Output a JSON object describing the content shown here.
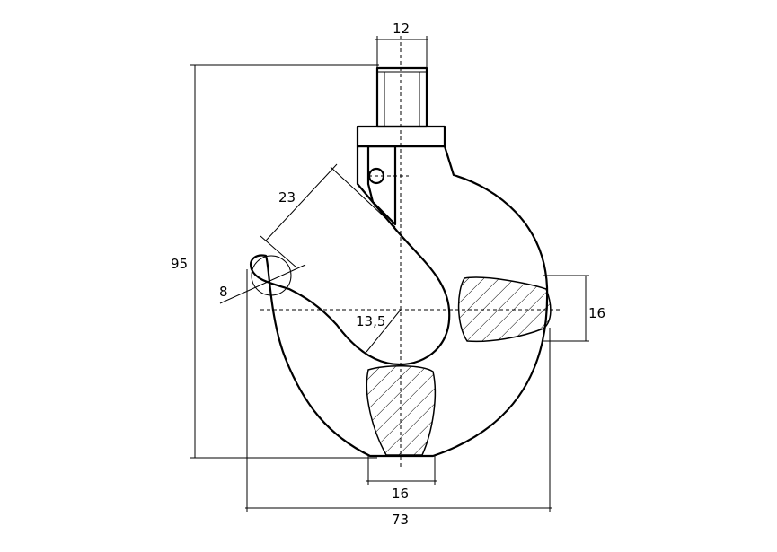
{
  "dimensions": {
    "shank_width": "12",
    "overall_height": "95",
    "throat_opening": "23",
    "tip_diameter": "8",
    "inner_radius": "13,5",
    "side_section_height": "16",
    "bottom_section_width": "16",
    "overall_width": "73"
  }
}
